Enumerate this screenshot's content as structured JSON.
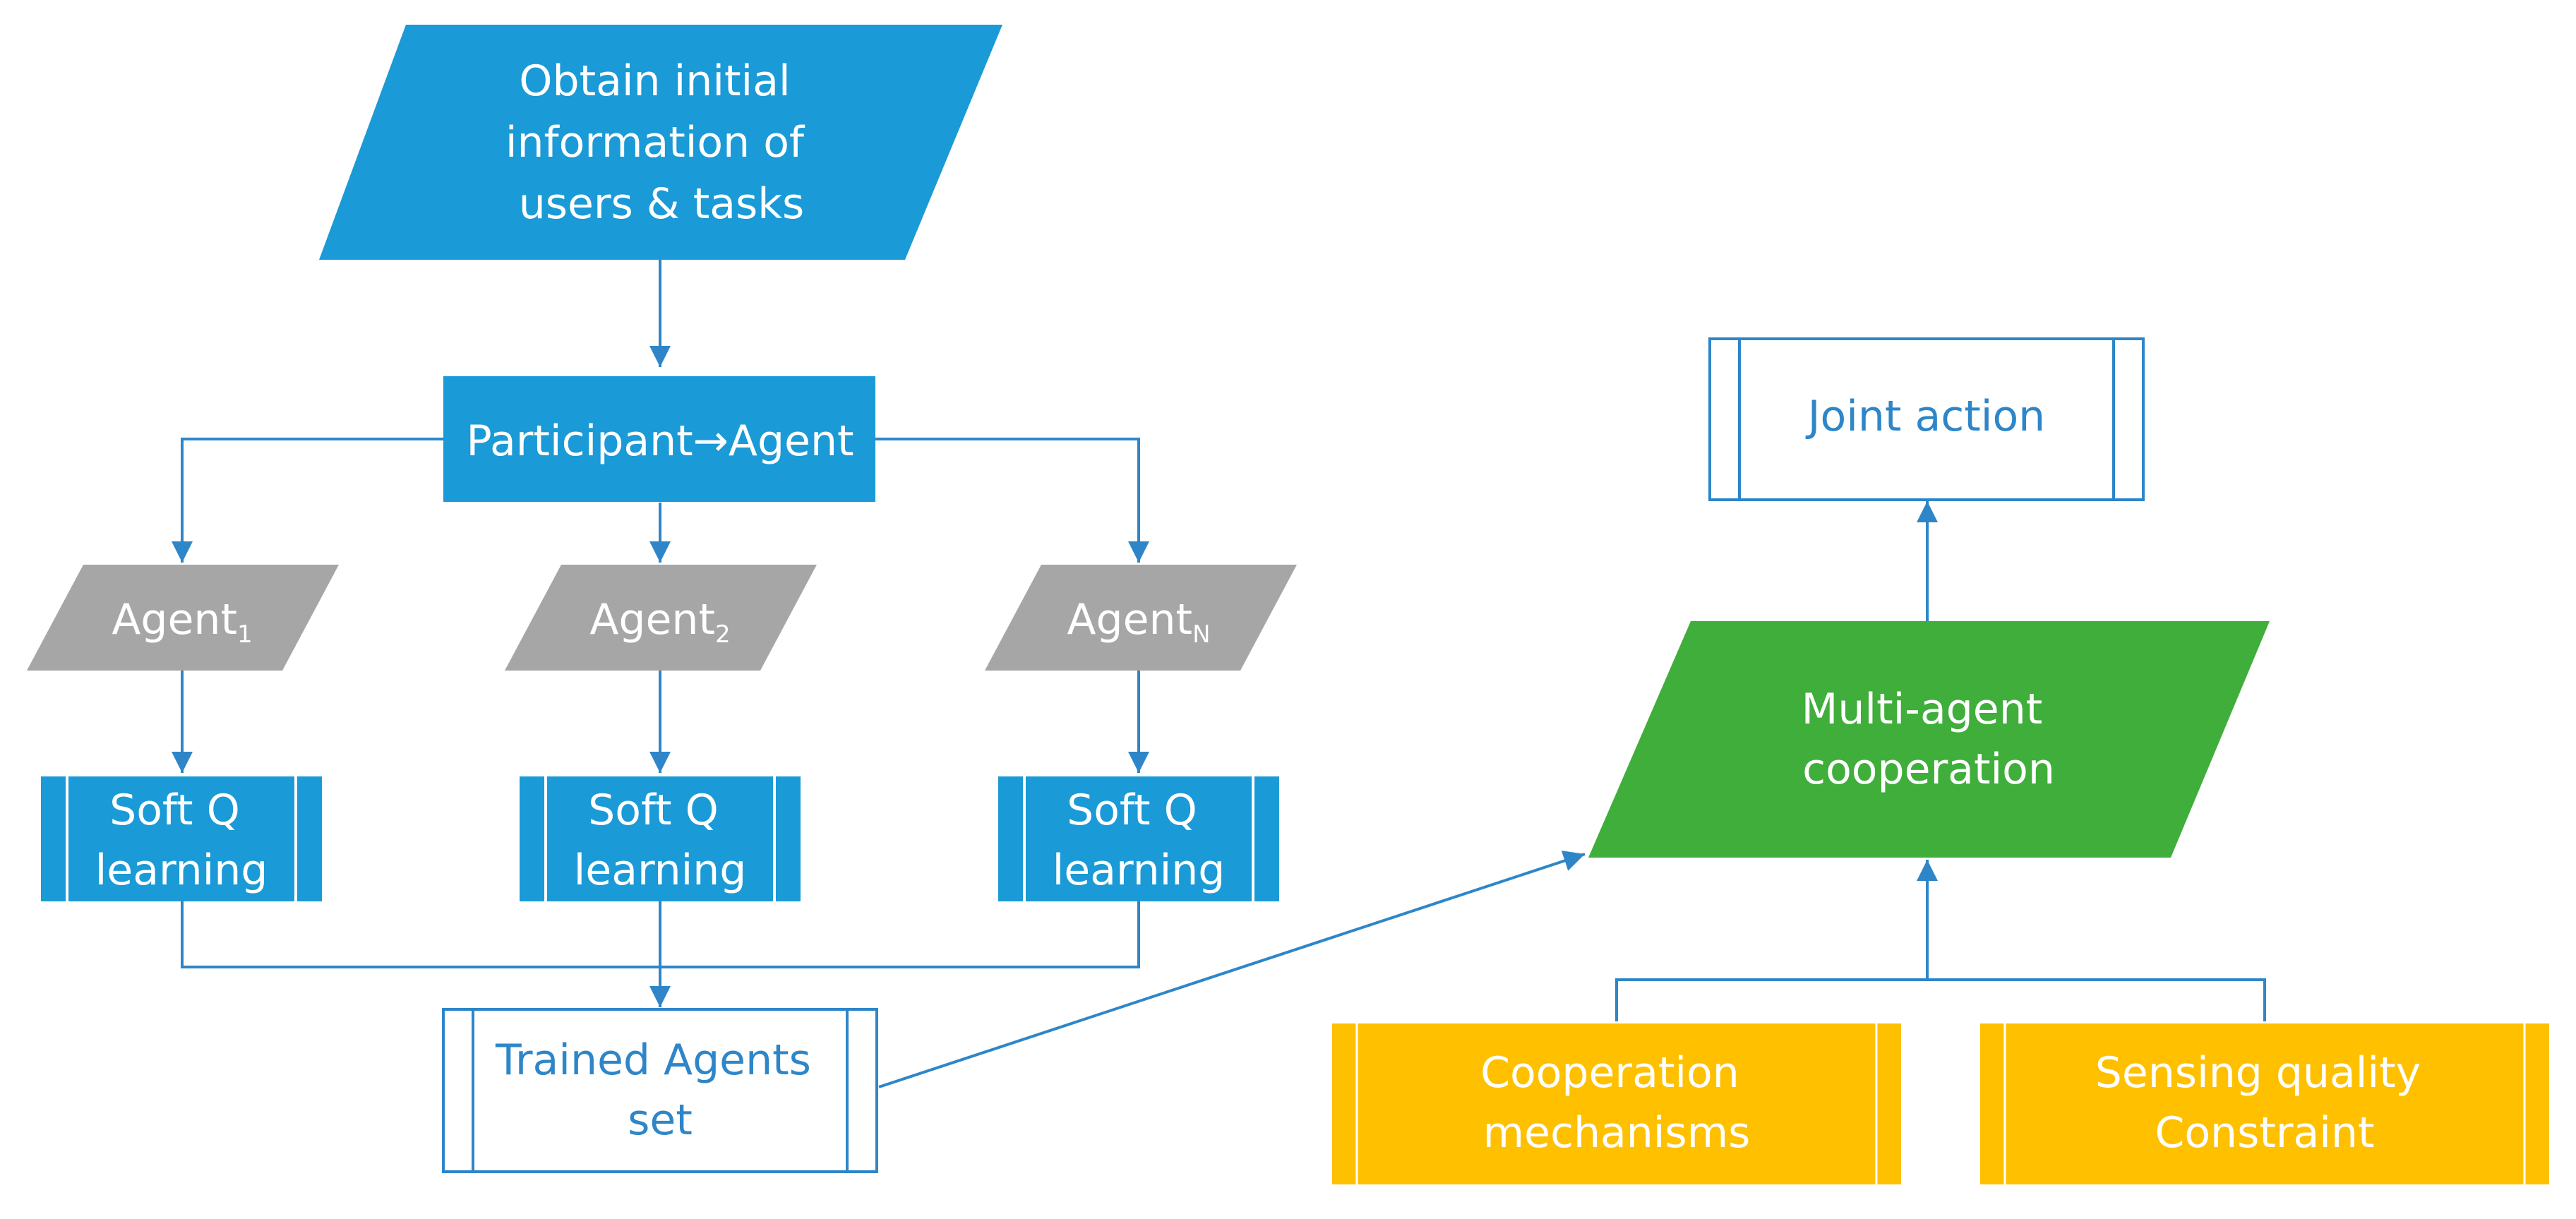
{
  "nodes": {
    "obtain_info": {
      "lines": [
        "Obtain initial",
        "information of",
        "users & tasks"
      ]
    },
    "participant_agent": {
      "lines": [
        "Participant→Agent"
      ]
    },
    "agent_1": {
      "base": "Agent",
      "sub": "1"
    },
    "agent_2": {
      "base": "Agent",
      "sub": "2"
    },
    "agent_n": {
      "base": "Agent",
      "sub": "N"
    },
    "soft_q_1": {
      "lines": [
        "Soft Q",
        "learning"
      ]
    },
    "soft_q_2": {
      "lines": [
        "Soft Q",
        "learning"
      ]
    },
    "soft_q_n": {
      "lines": [
        "Soft Q",
        "learning"
      ]
    },
    "trained_agents": {
      "lines": [
        "Trained Agents",
        "set"
      ]
    },
    "joint_action": {
      "lines": [
        "Joint action"
      ]
    },
    "multi_agent": {
      "lines": [
        "Multi-agent",
        "cooperation"
      ]
    },
    "cooperation_mechanisms": {
      "lines": [
        "Cooperation",
        "mechanisms"
      ]
    },
    "sensing_quality": {
      "lines": [
        "Sensing quality",
        "Constraint"
      ]
    }
  },
  "colors": {
    "blue": "#1a9ad6",
    "gray": "#a6a6a6",
    "green": "#3fae3a",
    "yellow": "#ffc000",
    "connector": "#2e86c8",
    "outline_text": "#2e86c8",
    "white_text": "#ffffff"
  }
}
